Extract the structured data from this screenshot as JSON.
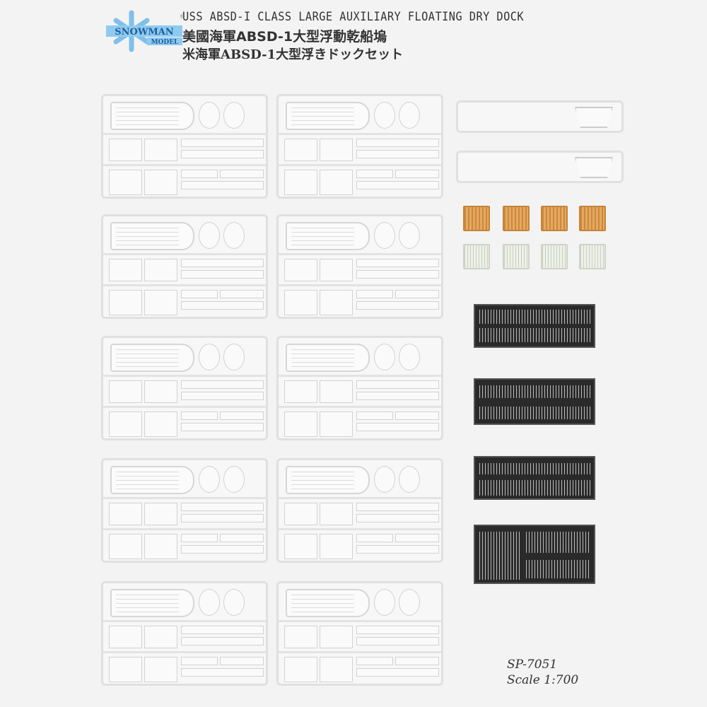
{
  "brand": {
    "name": "SNOWMAN",
    "sub": "MODEL",
    "registered": "®"
  },
  "title": {
    "english": "USS ABSD-I CLASS LARGE AUXILIARY FLOATING DRY DOCK",
    "chinese": "美國海軍ABSD-1大型浮動乾船塢",
    "japanese": "米海軍ABSD-1大型浮きドックセット"
  },
  "product": {
    "code": "SP-7051",
    "scale": "Scale 1:700"
  },
  "colors": {
    "orange_parts": "#e0a05a",
    "white_parts": "#eef1e8",
    "photo_etch": "#2a2a2a",
    "sprue": "#e0e0e0"
  }
}
